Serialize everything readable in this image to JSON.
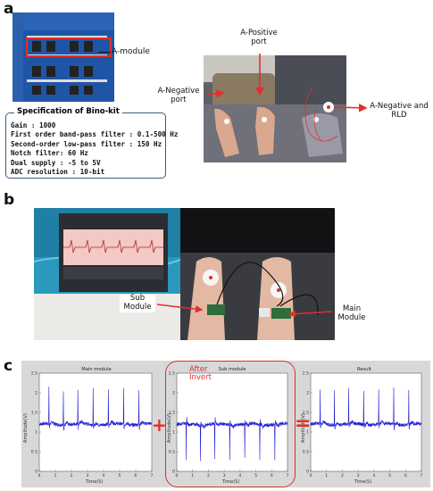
{
  "panels": {
    "a": {
      "letter": "a"
    },
    "b": {
      "letter": "b"
    },
    "c": {
      "letter": "c"
    }
  },
  "panel_a": {
    "module_label": "A-module",
    "positive_port": "A-Positive\nport",
    "negative_port": "A-Negative\nport",
    "negative_rld": "A-Negative and\nRLD",
    "spec": {
      "title": "Specification of Bino-kit",
      "lines": [
        "Gain : 1000",
        "First order band-pass filter : 0.1-500 Hz",
        "Second-order low-pass filter : 150 Hz",
        "Notch filter: 60 Hz",
        "Dual supply : -5 to 5V",
        "ADC resolution : 10-bit"
      ]
    }
  },
  "panel_b": {
    "sub_module": "Sub\nModule",
    "main_module": "Main\nModule"
  },
  "panel_c": {
    "after_invert": "After\nInvert",
    "plus": "+",
    "equals": "=",
    "charts": [
      {
        "title": "Main module",
        "xlabel": "Time(S)",
        "ylabel": "Amplitude(V)"
      },
      {
        "title": "Sub module",
        "xlabel": "Time(S)",
        "ylabel": "Amplitude(V)"
      },
      {
        "title": "Result",
        "xlabel": "Time(S)",
        "ylabel": "Amplitude(V)"
      }
    ]
  },
  "colors": {
    "accent_red": "#e0302a",
    "signal_blue": "#1f1fd6",
    "spec_border": "#3b5a86"
  },
  "chart_data": [
    {
      "type": "line",
      "title": "Main module",
      "xlabel": "Time(S)",
      "ylabel": "Amplitude(V)",
      "xlim": [
        0,
        7
      ],
      "ylim": [
        0,
        2.5
      ],
      "xticks": [
        0,
        1,
        2,
        3,
        4,
        5,
        6,
        7
      ],
      "yticks": [
        0,
        0.5,
        1,
        1.5,
        2,
        2.5
      ],
      "baseline": 1.2,
      "r_peak_times": [
        0.6,
        1.5,
        2.4,
        3.35,
        4.3,
        5.25,
        6.2
      ],
      "r_peak_amplitude": 2.1,
      "r_peak_direction": "up"
    },
    {
      "type": "line",
      "title": "Sub module",
      "xlabel": "Time(S)",
      "ylabel": "Amplitude(V)",
      "xlim": [
        0,
        7
      ],
      "ylim": [
        0,
        2.5
      ],
      "xticks": [
        0,
        1,
        2,
        3,
        4,
        5,
        6,
        7
      ],
      "yticks": [
        0,
        0.5,
        1,
        1.5,
        2,
        2.5
      ],
      "baseline": 1.2,
      "r_peak_times": [
        0.6,
        1.5,
        2.4,
        3.35,
        4.3,
        5.25,
        6.2
      ],
      "r_peak_amplitude": 0.3,
      "r_peak_direction": "down"
    },
    {
      "type": "line",
      "title": "Result",
      "xlabel": "Time(S)",
      "ylabel": "Amplitude(V)",
      "xlim": [
        0,
        7
      ],
      "ylim": [
        0,
        2.5
      ],
      "xticks": [
        0,
        1,
        2,
        3,
        4,
        5,
        6,
        7
      ],
      "yticks": [
        0,
        0.5,
        1,
        1.5,
        2,
        2.5
      ],
      "baseline": 1.2,
      "r_peak_times": [
        0.6,
        1.5,
        2.4,
        3.35,
        4.3,
        5.25,
        6.2
      ],
      "r_peak_amplitude": 2.1,
      "r_peak_direction": "up"
    }
  ]
}
